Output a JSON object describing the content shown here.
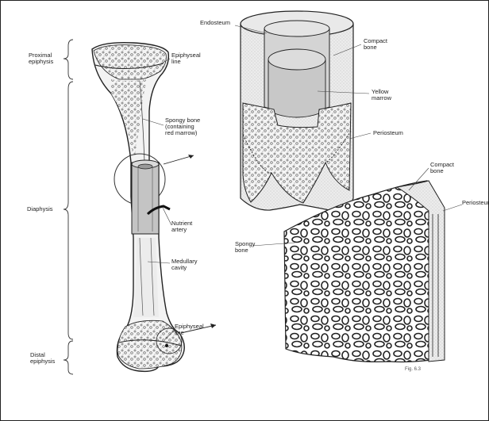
{
  "figure_label": "Fig. 6.3",
  "labels": {
    "proximal_epiphysis": "Proximal\nepiphysis",
    "diaphysis": "Diaphysis",
    "distal_epiphysis": "Distal\nepiphysis",
    "epiphyseal_line_top": "Epiphyseal\nline",
    "spongy_bone_red_marrow": "Spongy bone\n(containing\nred marrow)",
    "nutrient_artery": "Nutrient\nartery",
    "medullary_cavity": "Medullary\ncavity",
    "epiphyseal_line_bottom": "Epiphyseal\nline",
    "endosteum": "Endosteum",
    "compact_bone_top": "Compact\nbone",
    "yellow_marrow": "Yellow\nmarrow",
    "periosteum_top": "Periosteum",
    "compact_bone_bottom": "Compact\nbone",
    "periosteum_bottom": "Periosteum",
    "spongy_bone": "Spongy\nbone"
  },
  "colors": {
    "ink": "#222222",
    "bone_fill": "#efefef",
    "cavity_fill": "#cfcfcf",
    "marrow_fill": "#d8d8d8"
  }
}
